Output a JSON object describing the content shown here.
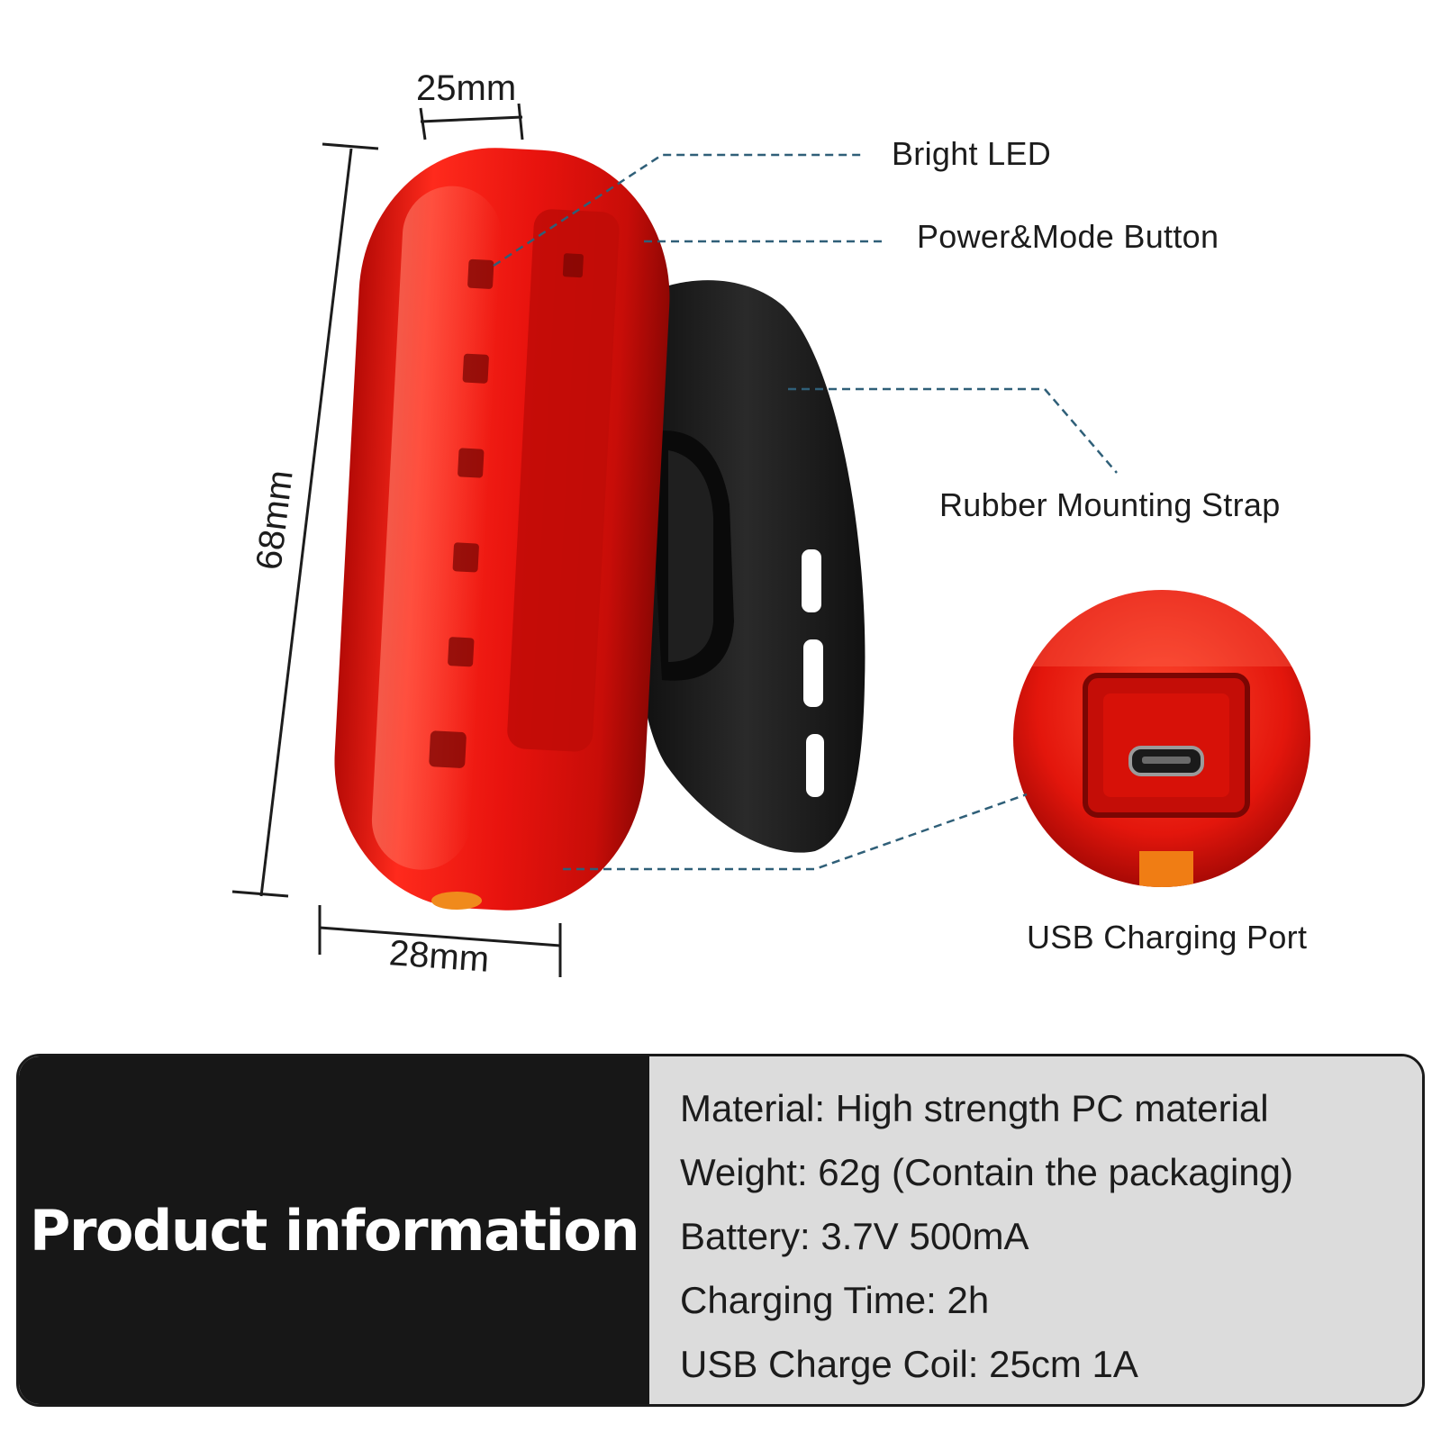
{
  "dimensions": {
    "top_width": "25mm",
    "height": "68mm",
    "bottom_width": "28mm"
  },
  "callouts": {
    "bright_led": "Bright LED",
    "power_button": "Power&Mode Button",
    "strap": "Rubber Mounting Strap",
    "usb_port": "USB Charging Port"
  },
  "product_info": {
    "title": "Product information",
    "specs": [
      "Material: High strength PC material",
      "Weight: 62g (Contain the packaging)",
      "Battery: 3.7V 500mA",
      "Charging Time: 2h",
      "USB Charge Coil: 25cm 1A"
    ]
  },
  "colors": {
    "lamp_red": "#e8130e",
    "strap_black": "#1b1b1b",
    "leader_line": "#2f5f78",
    "panel_dark": "#171717",
    "panel_light": "#dcdcdc"
  }
}
